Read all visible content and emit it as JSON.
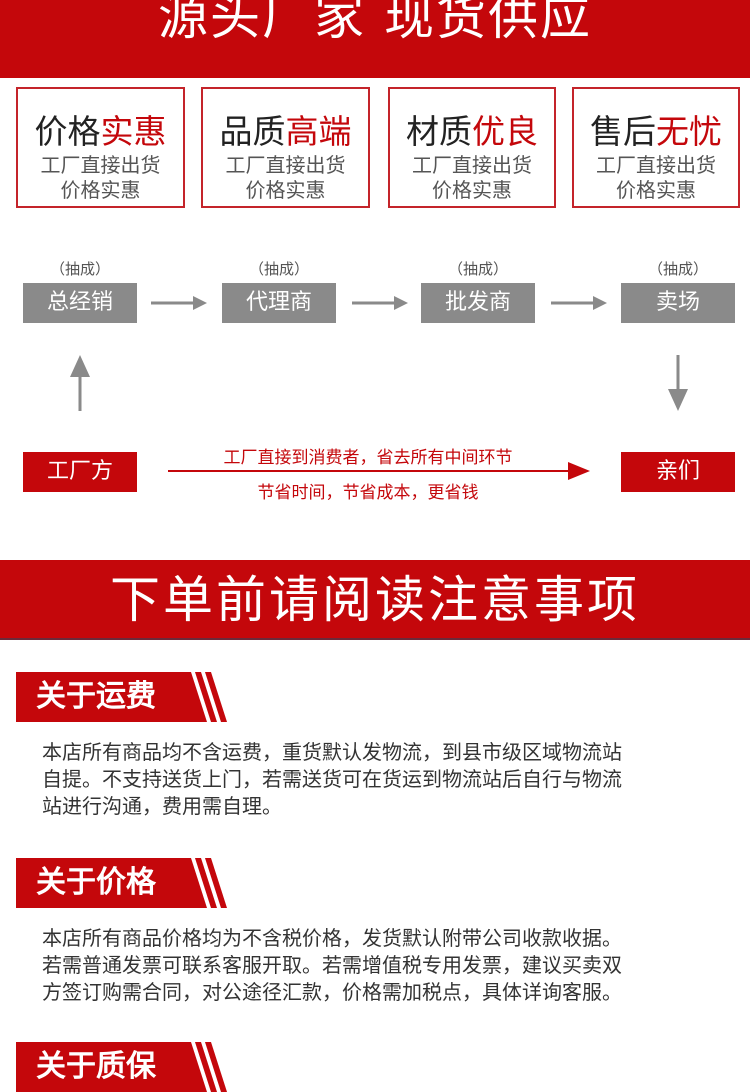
{
  "top_banner": "源头厂家 现货供应",
  "cards": [
    {
      "dark": "价格",
      "red": "实惠",
      "line1": "工厂直接出货",
      "line2": "价格实惠"
    },
    {
      "dark": "品质",
      "red": "高端",
      "line1": "工厂直接出货",
      "line2": "价格实惠"
    },
    {
      "dark": "材质",
      "red": "优良",
      "line1": "工厂直接出货",
      "line2": "价格实惠"
    },
    {
      "dark": "售后",
      "red": "无忧",
      "line1": "工厂直接出货",
      "line2": "价格实惠"
    }
  ],
  "flow": {
    "commission_label": "（抽成）",
    "steps": [
      "总经销",
      "代理商",
      "批发商",
      "卖场"
    ],
    "factory": "工厂方",
    "customer": "亲们",
    "direct_line1": "工厂直接到消费者，省去所有中间环节",
    "direct_line2": "节省时间，节省成本，更省钱"
  },
  "notice_banner": "下单前请阅读注意事项",
  "sections": [
    {
      "title": "关于运费",
      "lines": [
        "本店所有商品均不含运费，重货默认发物流，到县市级区域物流站",
        "自提。不支持送货上门，若需送货可在货运到物流站后自行与物流",
        "站进行沟通，费用需自理。"
      ]
    },
    {
      "title": "关于价格",
      "lines": [
        "本店所有商品价格均为不含税价格，发货默认附带公司收款收据。",
        "若需普通发票可联系客服开取。若需增值税专用发票，建议买卖双",
        "方签订购需合同，对公途径汇款，价格需加税点，具体详询客服。"
      ]
    },
    {
      "title": "关于质保"
    }
  ]
}
